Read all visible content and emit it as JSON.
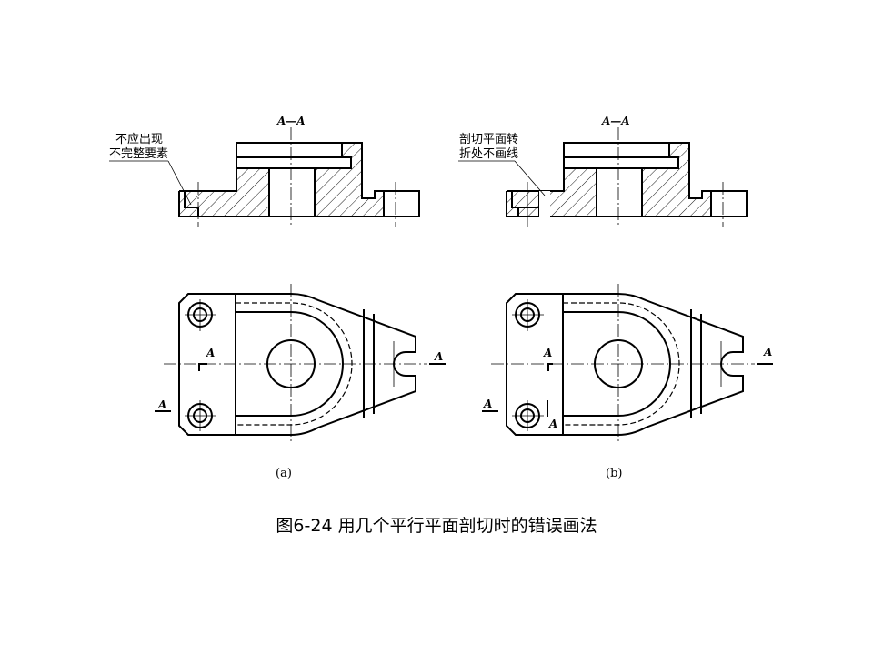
{
  "views": [
    {
      "section_label": "A—A",
      "cut_label": "A",
      "note_line1": "不应出现",
      "note_line2": "不完整要素",
      "sub_label": "(a)"
    },
    {
      "section_label": "A—A",
      "cut_label": "A",
      "note_line1": "剖切平面转",
      "note_line2": "折处不画线",
      "sub_label": "(b)"
    }
  ],
  "caption": "图6-24  用几个平行平面剖切时的错误画法"
}
